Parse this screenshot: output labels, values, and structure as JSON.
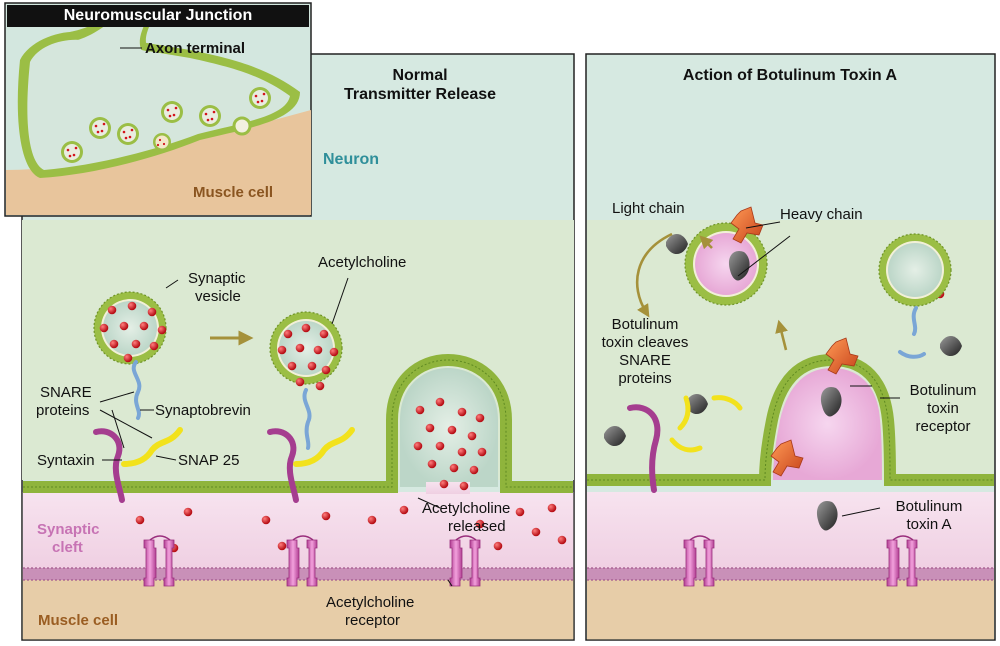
{
  "inset": {
    "title": "Neuromuscular Junction",
    "axon_label": "Axon terminal",
    "muscle_label": "Muscle cell"
  },
  "left_panel": {
    "title_line1": "Normal",
    "title_line2": "Transmitter Release",
    "neuron_label": "Neuron",
    "synaptic_vesicle_line1": "Synaptic",
    "synaptic_vesicle_line2": "vesicle",
    "acetylcholine": "Acetylcholine",
    "snare_line1": "SNARE",
    "snare_line2": "proteins",
    "synaptobrevin": "Synaptobrevin",
    "syntaxin": "Syntaxin",
    "snap25": "SNAP 25",
    "released_line1": "Acetylcholine",
    "released_line2": "released",
    "cleft_line1": "Synaptic",
    "cleft_line2": "cleft",
    "muscle_label": "Muscle cell",
    "receptor_line1": "Acetylcholine",
    "receptor_line2": "receptor"
  },
  "right_panel": {
    "title": "Action of Botulinum Toxin A",
    "light_chain": "Light chain",
    "heavy_chain": "Heavy chain",
    "cleaves_line1": "Botulinum",
    "cleaves_line2": "toxin cleaves",
    "cleaves_line3": "SNARE",
    "cleaves_line4": "proteins",
    "receptor_line1": "Botulinum",
    "receptor_line2": "toxin",
    "receptor_line3": "receptor",
    "toxin_line1": "Botulinum",
    "toxin_line2": "toxin A"
  },
  "colors": {
    "neuron_bg": "#d4e8e0",
    "cleft_bg": "#f3d9ea",
    "muscle_bg": "#e8c9a4",
    "membrane": "#8fb43c",
    "acetylcholine_dot": "#d3141b",
    "receptor": "#d565b4",
    "synaptobrevin": "#7aa6d6",
    "syntaxin": "#a53d8f",
    "snap25": "#f2e21c",
    "toxin_light": "#3b3b3b",
    "toxin_heavy": "#e8622c",
    "neuron_text": "#2f8f9a",
    "cleft_text": "#c773b4",
    "muscle_text": "#a86a2a"
  }
}
